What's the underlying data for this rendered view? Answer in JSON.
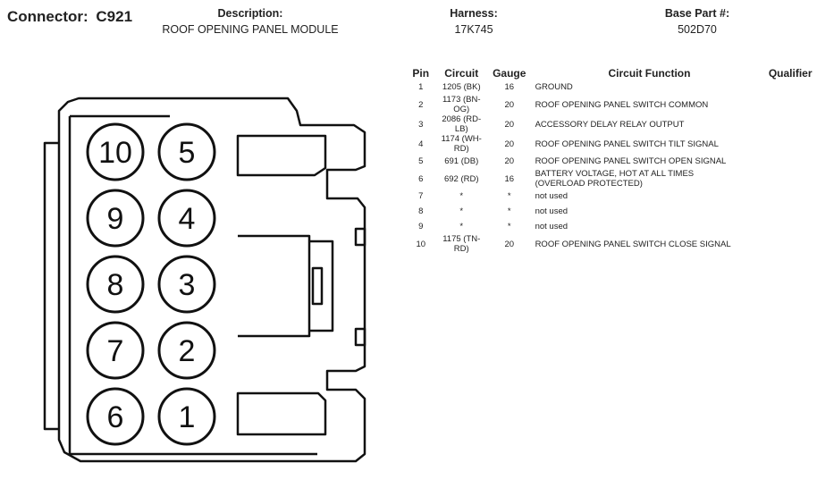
{
  "connector": {
    "label": "Connector:",
    "id": "C921"
  },
  "header": {
    "description": {
      "label": "Description:",
      "value": "ROOF OPENING PANEL MODULE"
    },
    "harness": {
      "label": "Harness:",
      "value": "17K745"
    },
    "base_part": {
      "label": "Base Part #:",
      "value": "502D70"
    }
  },
  "table": {
    "columns": [
      "Pin",
      "Circuit",
      "Gauge",
      "Circuit Function",
      "Qualifier"
    ],
    "rows": [
      {
        "pin": "1",
        "circuit": "1205 (BK)",
        "gauge": "16",
        "function": "GROUND"
      },
      {
        "pin": "2",
        "circuit": "1173 (BN-OG)",
        "gauge": "20",
        "function": "ROOF OPENING PANEL SWITCH COMMON"
      },
      {
        "pin": "3",
        "circuit": "2086 (RD-LB)",
        "gauge": "20",
        "function": "ACCESSORY DELAY RELAY OUTPUT"
      },
      {
        "pin": "4",
        "circuit": "1174 (WH-RD)",
        "gauge": "20",
        "function": "ROOF OPENING PANEL SWITCH TILT SIGNAL"
      },
      {
        "pin": "5",
        "circuit": "691 (DB)",
        "gauge": "20",
        "function": "ROOF OPENING PANEL SWITCH OPEN SIGNAL"
      },
      {
        "pin": "6",
        "circuit": "692 (RD)",
        "gauge": "16",
        "function": "BATTERY VOLTAGE, HOT AT ALL TIMES (OVERLOAD PROTECTED)"
      },
      {
        "pin": "7",
        "circuit": "*",
        "gauge": "*",
        "function": "not used"
      },
      {
        "pin": "8",
        "circuit": "*",
        "gauge": "*",
        "function": "not used"
      },
      {
        "pin": "9",
        "circuit": "*",
        "gauge": "*",
        "function": "not used"
      },
      {
        "pin": "10",
        "circuit": "1175 (TN-RD)",
        "gauge": "20",
        "function": "ROOF OPENING PANEL SWITCH CLOSE SIGNAL"
      }
    ]
  },
  "diagram": {
    "cavities": [
      {
        "pin": "10"
      },
      {
        "pin": "5"
      },
      {
        "pin": "9"
      },
      {
        "pin": "4"
      },
      {
        "pin": "8"
      },
      {
        "pin": "3"
      },
      {
        "pin": "7"
      },
      {
        "pin": "2"
      },
      {
        "pin": "6"
      },
      {
        "pin": "1"
      }
    ]
  }
}
